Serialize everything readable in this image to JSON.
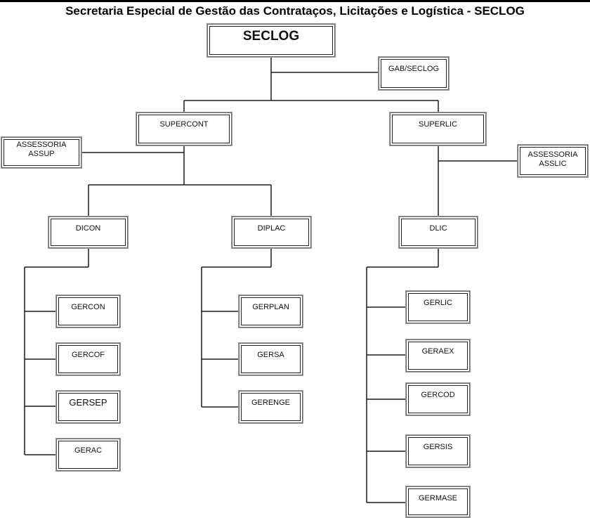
{
  "title": "Secretaria Especial de Gestão das Contrataços, Licitações e Logística - SECLOG",
  "units": {
    "seclog": "SECLOG",
    "gab": "GAB/SECLOG",
    "supercont": "SUPERCONT",
    "superlic": "SUPERLIC",
    "assup": {
      "line1": "ASSESSORIA",
      "line2": "ASSUP"
    },
    "asslic": {
      "line1": "ASSESSORIA",
      "line2": "ASSLIC"
    },
    "dicon": {
      "label": "DICON",
      "children": [
        "GERCON",
        "GERCOF",
        "GERSEP",
        "GERAC"
      ]
    },
    "diplac": {
      "label": "DIPLAC",
      "children": [
        "GERPLAN",
        "GERSA",
        "GERENGE"
      ]
    },
    "dlic": {
      "label": "DLIC",
      "children": [
        "GERLIC",
        "GERAEX",
        "GERCOD",
        "GERSIS",
        "GERMASE"
      ]
    }
  }
}
